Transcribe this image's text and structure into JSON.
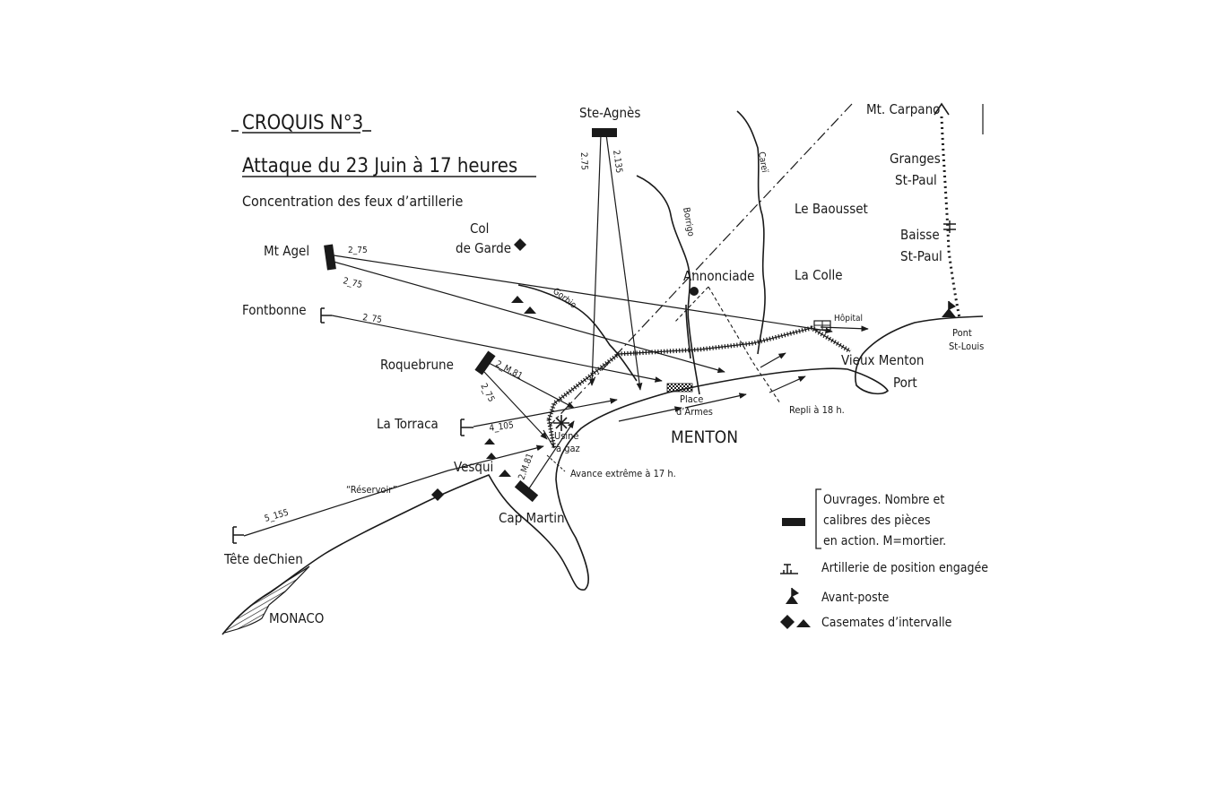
{
  "title": {
    "sheet": "CROQUIS N°3",
    "heading": "Attaque du 23 Juin à 17 heures",
    "subheading": "Concentration des feux d’artillerie"
  },
  "places": {
    "ste_agnes": "Ste-Agnès",
    "mt_agel": "Mt Agel",
    "col_de_garde_1": "Col",
    "col_de_garde_2": "de Garde",
    "fontbonne": "Fontbonne",
    "roquebrune": "Roquebrune",
    "la_torraca": "La Torraca",
    "vesqui": "Vesqui",
    "reservoir": "“Réservoir”",
    "cap_martin": "Cap Martin",
    "tete_de_chien": "Tête deChien",
    "monaco": "MONACO",
    "menton": "MENTON",
    "usine_1": "Usine",
    "usine_2": "à gaz",
    "place_1": "Place",
    "place_2": "d’Armes",
    "vieux_menton": "Vieux Menton",
    "port": "Port",
    "annonciade": "Annonciade",
    "la_colle": "La Colle",
    "le_baousset": "Le Baousset",
    "mt_carpano": "Mt. Carpano",
    "granges_1": "Granges",
    "granges_2": "St-Paul",
    "baisse_1": "Baisse",
    "baisse_2": "St-Paul",
    "pont_1": "Pont",
    "pont_2": "St-Louis",
    "hopital": "Hôpital",
    "gorbio": "Gorbio",
    "borrigo": "Borrigo",
    "carei": "Careï"
  },
  "guns": {
    "ste_agnes_a": "2.75",
    "ste_agnes_b": "2.135",
    "mt_agel_a": "2_75",
    "mt_agel_b": "2_75",
    "fontbonne": "2_75",
    "roquebrune_a": "2_M.81",
    "roquebrune_b": "2_75",
    "la_torraca": "4_105",
    "cap_martin": "2.M.81",
    "tete_de_chien": "5_155"
  },
  "annotations": {
    "avance": "Avance extrême à 17 h.",
    "repli": "Repli à 18 h."
  },
  "legend": {
    "ouvrages_1": "Ouvrages. Nombre et",
    "ouvrages_2": "calibres des pièces",
    "ouvrages_3": "en action. M=mortier.",
    "artillerie": "Artillerie de position engagée",
    "avant_poste": "Avant-poste",
    "casemates": "Casemates d’intervalle"
  },
  "colors": {
    "ink": "#1a1a1a",
    "paper": "#ffffff"
  }
}
